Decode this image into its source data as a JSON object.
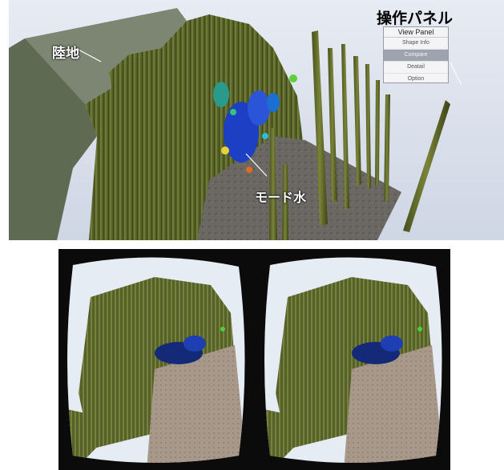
{
  "labels": {
    "land": "陸地",
    "mode_water": "モード水",
    "panel_caption": "操作パネル"
  },
  "view_panel": {
    "title": "View Panel",
    "items": [
      {
        "label": "Shape Info",
        "selected": false
      },
      {
        "label": "Compare",
        "selected": true
      },
      {
        "label": "Deatail",
        "selected": false
      },
      {
        "label": "Option",
        "selected": false
      }
    ]
  },
  "colors": {
    "sky": "#dfe5f0",
    "pillar": "#5f6a2c",
    "pillar_dark": "#3a4118",
    "seabed": "#6c6864",
    "water_blue": "#1e4fd0",
    "lens_bezel": "#e6ecf4"
  }
}
